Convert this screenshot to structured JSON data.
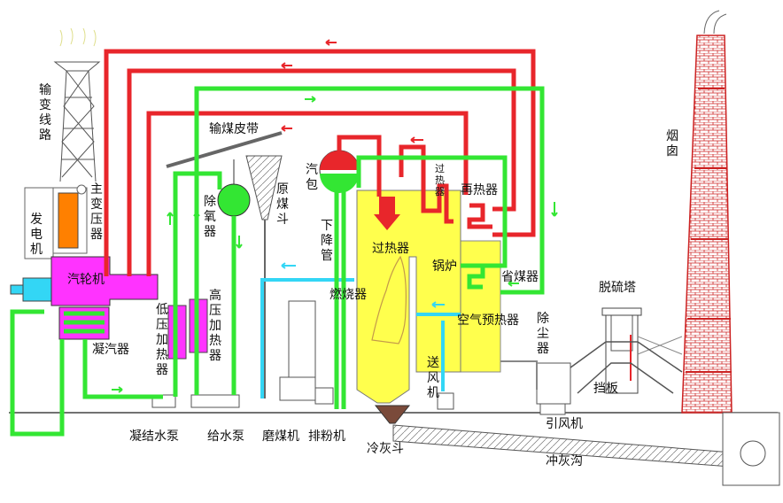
{
  "colors": {
    "steam": "#e8262b",
    "water": "#33e633",
    "air": "#33d6f5",
    "turbine": "#ff33ff",
    "boiler_fill": "#ffff4d",
    "drum_red": "#e8262b",
    "generator_orange": "#ff8000",
    "motor_cyan": "#33d6f5",
    "ash": "#7a4a3a",
    "chimney_red": "#d83030"
  },
  "labels": {
    "transmission_line": "输变线路",
    "main_transformer": "主变压器",
    "generator": "发电机",
    "turbine": "汽轮机",
    "condenser": "凝汽器",
    "lp_heater": "低压加热器",
    "hp_heater": "高压加热器",
    "deaerator": "除氧器",
    "coal_belt": "输煤皮带",
    "coal_hopper": "原煤斗",
    "drum": "汽包",
    "downcomer": "下降管",
    "superheater_small": "过热器",
    "superheater": "过热器",
    "reheater": "再热器",
    "boiler": "锅炉",
    "economizer": "省煤器",
    "burner": "燃烧器",
    "air_preheater": "空气预热器",
    "dust_collector": "除尘器",
    "desulfurization_tower": "脱硫塔",
    "chimney": "烟囱",
    "baffle": "挡板",
    "forced_fan": "送风机",
    "induced_fan": "引风机",
    "condensate_pump": "凝结水泵",
    "feed_pump": "给水泵",
    "coal_mill": "磨煤机",
    "exhaust_fan": "排粉机",
    "cold_ash_hopper": "冷灰斗",
    "ash_trench": "冲灰沟"
  }
}
